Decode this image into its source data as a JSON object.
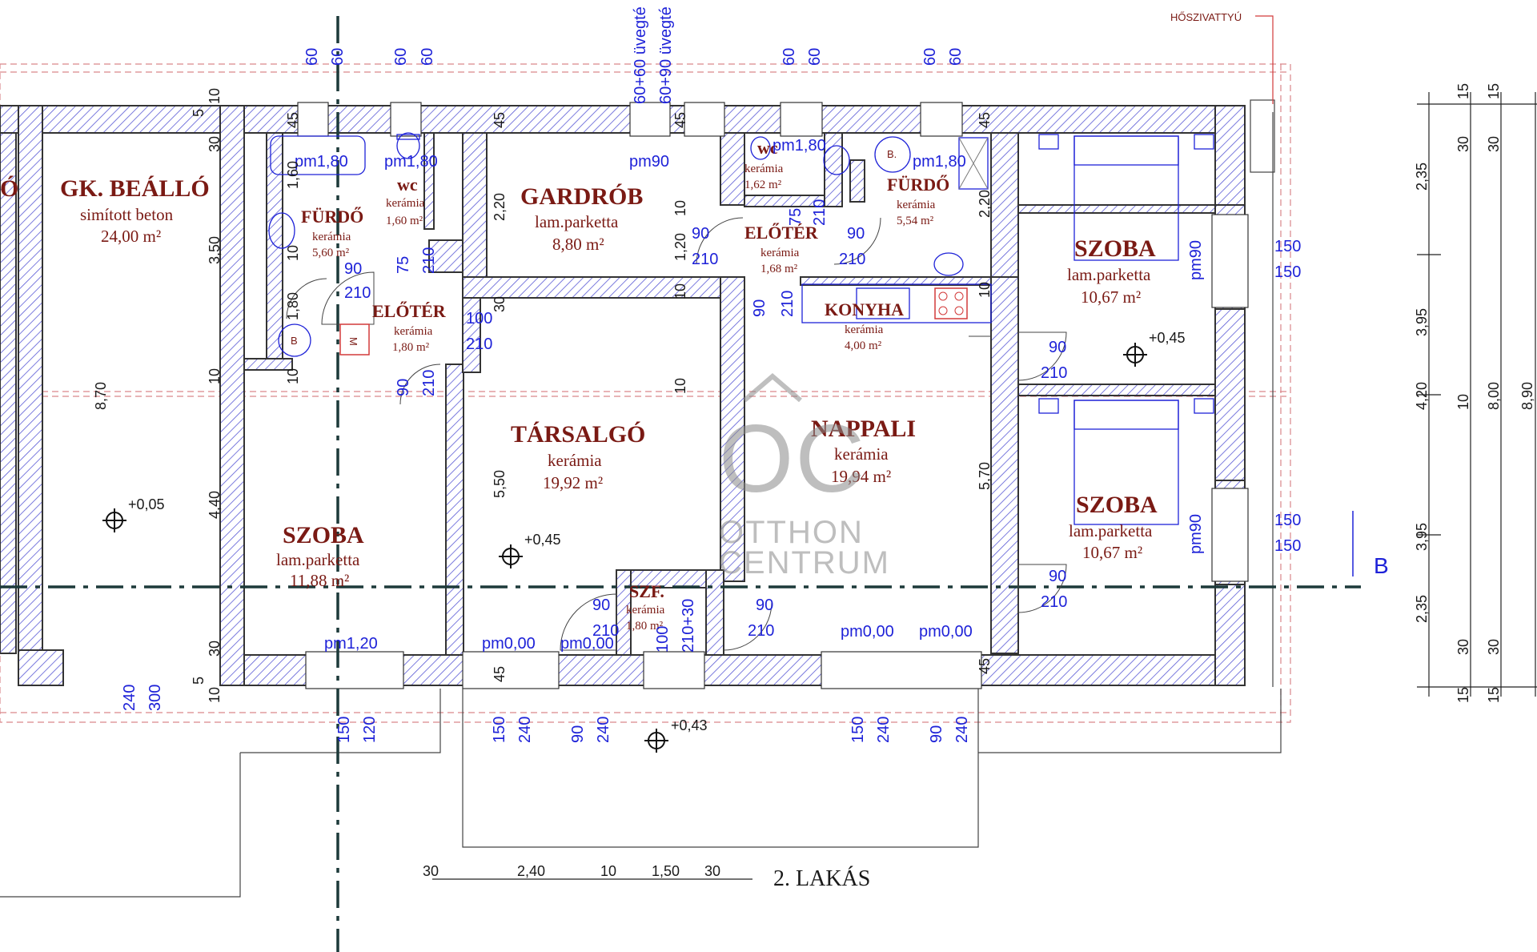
{
  "plan_caption": "2. LAKÁS",
  "watermark": {
    "mark": "OC",
    "line1": "OTTHON",
    "line2": "CENTRUM"
  },
  "section_marker": "B",
  "pump_label": "HŐSZIVATTYÚ",
  "rooms": {
    "ovro_cut": {
      "name": "Ó"
    },
    "gk_beallo": {
      "name": "GK. BEÁLLÓ",
      "material": "simított beton",
      "area": "24,00 m²"
    },
    "furdo1": {
      "name": "FÜRDŐ",
      "material": "kerámia",
      "area": "5,60 m²"
    },
    "wc1": {
      "name": "wc",
      "material": "kerámia",
      "area": "1,60 m²"
    },
    "eloter1": {
      "name": "ELŐTÉR",
      "material": "kerámia",
      "area": "1,80 m²"
    },
    "szoba1": {
      "name": "SZOBA",
      "material": "lam.parketta",
      "area": "11,88 m²"
    },
    "gardrob": {
      "name": "GARDRÓB",
      "material": "lam.parketta",
      "area": "8,80 m²"
    },
    "tarsalgo": {
      "name": "TÁRSALGÓ",
      "material": "kerámia",
      "area": "19,92 m²"
    },
    "szf": {
      "name": "SZF.",
      "material": "kerámia",
      "area": "1,80 m²"
    },
    "wc2": {
      "name": "wc",
      "material": "kerámia",
      "area": "1,62 m²"
    },
    "eloter2": {
      "name": "ELŐTÉR",
      "material": "kerámia",
      "area": "1,68 m²"
    },
    "furdo2": {
      "name": "FÜRDŐ",
      "material": "kerámia",
      "area": "5,54 m²"
    },
    "konyha": {
      "name": "KONYHA",
      "material": "kerámia",
      "area": "4,00 m²"
    },
    "nappali": {
      "name": "NAPPALI",
      "material": "kerámia",
      "area": "19,94 m²"
    },
    "szoba2": {
      "name": "SZOBA",
      "material": "lam.parketta",
      "area": "10,67 m²"
    },
    "szoba3": {
      "name": "SZOBA",
      "material": "lam.parketta",
      "area": "10,67 m²"
    }
  },
  "fixture_tags": {
    "boiler1": "B",
    "boiler2": "B.",
    "meter": "M"
  },
  "levels": [
    "+0,05",
    "+0,45",
    "+0,45",
    "+0,43"
  ],
  "parapets": [
    "pm1,80",
    "pm1,80",
    "pm90",
    "pm1,80",
    "pm1,80",
    "pm90",
    "pm90",
    "pm1,20",
    "pm0,00",
    "pm0,00",
    "pm0,00",
    "pm0,00"
  ],
  "top_window_notes": [
    "60+60 üvegté",
    "60+90 üvegté"
  ],
  "opening_labels": {
    "top": [
      "60",
      "60",
      "60",
      "60",
      "60",
      "60",
      "60",
      "60"
    ],
    "doors": [
      "90",
      "210",
      "75",
      "210",
      "100",
      "210",
      "90",
      "210",
      "90",
      "210",
      "75",
      "210",
      "90",
      "210",
      "90",
      "210",
      "90",
      "210",
      "90",
      "210",
      "90",
      "210",
      "90",
      "210",
      "100",
      "210+30",
      "150",
      "150",
      "150",
      "150"
    ],
    "bottom": [
      "150",
      "120",
      "150",
      "240",
      "90",
      "240",
      "150",
      "240",
      "90",
      "240",
      "240",
      "300"
    ]
  },
  "wall_dims": [
    "10",
    "5",
    "30",
    "3,50",
    "8,70",
    "4,40",
    "10",
    "30",
    "5",
    "10",
    "45",
    "1,60",
    "10",
    "1,80",
    "10",
    "45",
    "2,20",
    "10",
    "1,20",
    "10",
    "30",
    "5,50",
    "45",
    "45",
    "45",
    "2,20",
    "10",
    "5,70",
    "45",
    "10"
  ],
  "right_dims": {
    "col1": [
      "2,35",
      "3,95",
      "4,20",
      "3,95",
      "2,35"
    ],
    "col2": [
      "15",
      "30",
      "10",
      "30",
      "15"
    ],
    "col3": [
      "15",
      "30",
      "8,00",
      "30",
      "15"
    ],
    "col4": [
      "8,90"
    ]
  },
  "bottom_chain": [
    "30",
    "2,40",
    "10",
    "1,50",
    "30"
  ]
}
